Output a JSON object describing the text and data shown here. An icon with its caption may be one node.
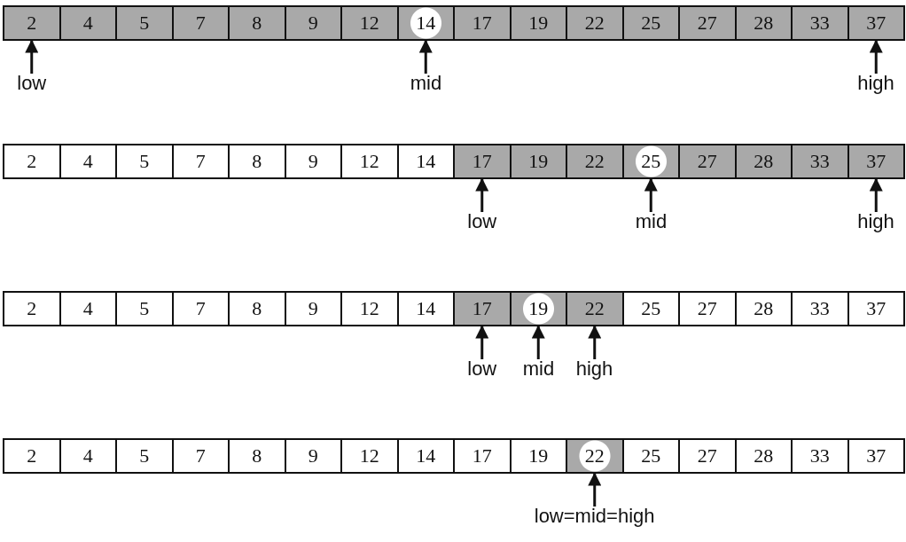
{
  "diagram": {
    "nodes": [
      {
        "text": [
          "2"
        ]
      },
      {
        "text": [
          "4"
        ]
      },
      {
        "text": [
          "5"
        ]
      },
      {
        "text": [
          "7"
        ]
      },
      {
        "text": [
          "8"
        ]
      },
      {
        "text": [
          "9"
        ]
      },
      {
        "text": [
          "12"
        ]
      },
      {
        "text": [
          "14"
        ]
      },
      {
        "text": [
          "17"
        ]
      },
      {
        "text": [
          "19"
        ]
      },
      {
        "text": [
          "22"
        ]
      },
      {
        "text": [
          "25"
        ]
      },
      {
        "text": [
          "27"
        ]
      },
      {
        "text": [
          "28"
        ]
      },
      {
        "text": [
          "33"
        ]
      },
      {
        "text": [
          "37"
        ]
      },
      {
        "text": [
          "low"
        ]
      },
      {
        "text": [
          "mid"
        ]
      },
      {
        "text": [
          "high"
        ]
      },
      {
        "text": [
          "2"
        ]
      },
      {
        "text": [
          "4"
        ]
      },
      {
        "text": [
          "5"
        ]
      },
      {
        "text": [
          "7"
        ]
      },
      {
        "text": [
          "8"
        ]
      },
      {
        "text": [
          "9"
        ]
      },
      {
        "text": [
          "12"
        ]
      },
      {
        "text": [
          "14"
        ]
      },
      {
        "text": [
          "17"
        ]
      },
      {
        "text": [
          "19"
        ]
      },
      {
        "text": [
          "22"
        ]
      },
      {
        "text": [
          "25"
        ]
      },
      {
        "text": [
          "27"
        ]
      },
      {
        "text": [
          "28"
        ]
      },
      {
        "text": [
          "33"
        ]
      },
      {
        "text": [
          "37"
        ]
      },
      {
        "text": [
          "low"
        ]
      },
      {
        "text": [
          "mid"
        ]
      },
      {
        "text": [
          "high"
        ]
      },
      {
        "text": [
          "2"
        ]
      },
      {
        "text": [
          "4"
        ]
      },
      {
        "text": [
          "5"
        ]
      },
      {
        "text": [
          "7"
        ]
      },
      {
        "text": [
          "8"
        ]
      },
      {
        "text": [
          "9"
        ]
      },
      {
        "text": [
          "12"
        ]
      },
      {
        "text": [
          "14"
        ]
      },
      {
        "text": [
          "17"
        ]
      },
      {
        "text": [
          "19"
        ]
      },
      {
        "text": [
          "22"
        ]
      },
      {
        "text": [
          "25"
        ]
      },
      {
        "text": [
          "27"
        ]
      },
      {
        "text": [
          "28"
        ]
      },
      {
        "text": [
          "33"
        ]
      },
      {
        "text": [
          "37"
        ]
      },
      {
        "text": [
          "low"
        ]
      },
      {
        "text": [
          "mid"
        ]
      },
      {
        "text": [
          "high"
        ]
      },
      {
        "text": [
          "2"
        ]
      },
      {
        "text": [
          "4"
        ]
      },
      {
        "text": [
          "5"
        ]
      },
      {
        "text": [
          "7"
        ]
      },
      {
        "text": [
          "8"
        ]
      },
      {
        "text": [
          "9"
        ]
      },
      {
        "text": [
          "12"
        ]
      },
      {
        "text": [
          "14"
        ]
      },
      {
        "text": [
          "17"
        ]
      },
      {
        "text": [
          "19"
        ]
      },
      {
        "text": [
          "22"
        ]
      },
      {
        "text": [
          "25"
        ]
      },
      {
        "text": [
          "27"
        ]
      },
      {
        "text": [
          "28"
        ]
      },
      {
        "text": [
          "33"
        ]
      },
      {
        "text": [
          "37"
        ]
      },
      {
        "text": [
          "low=mid=high"
        ]
      }
    ],
    "edges": [
      {
        "from": 16,
        "to": 0,
        "arrow": "to"
      },
      {
        "from": 17,
        "to": 7,
        "arrow": "to"
      },
      {
        "from": 18,
        "to": 15,
        "arrow": "to"
      },
      {
        "from": 35,
        "to": 27,
        "arrow": "to"
      },
      {
        "from": 36,
        "to": 30,
        "arrow": "to"
      },
      {
        "from": 37,
        "to": 34,
        "arrow": "to"
      },
      {
        "from": 54,
        "to": 46,
        "arrow": "to"
      },
      {
        "from": 55,
        "to": 47,
        "arrow": "to"
      },
      {
        "from": 56,
        "to": 48,
        "arrow": "to"
      },
      {
        "from": 73,
        "to": 67,
        "arrow": "to"
      }
    ]
  }
}
